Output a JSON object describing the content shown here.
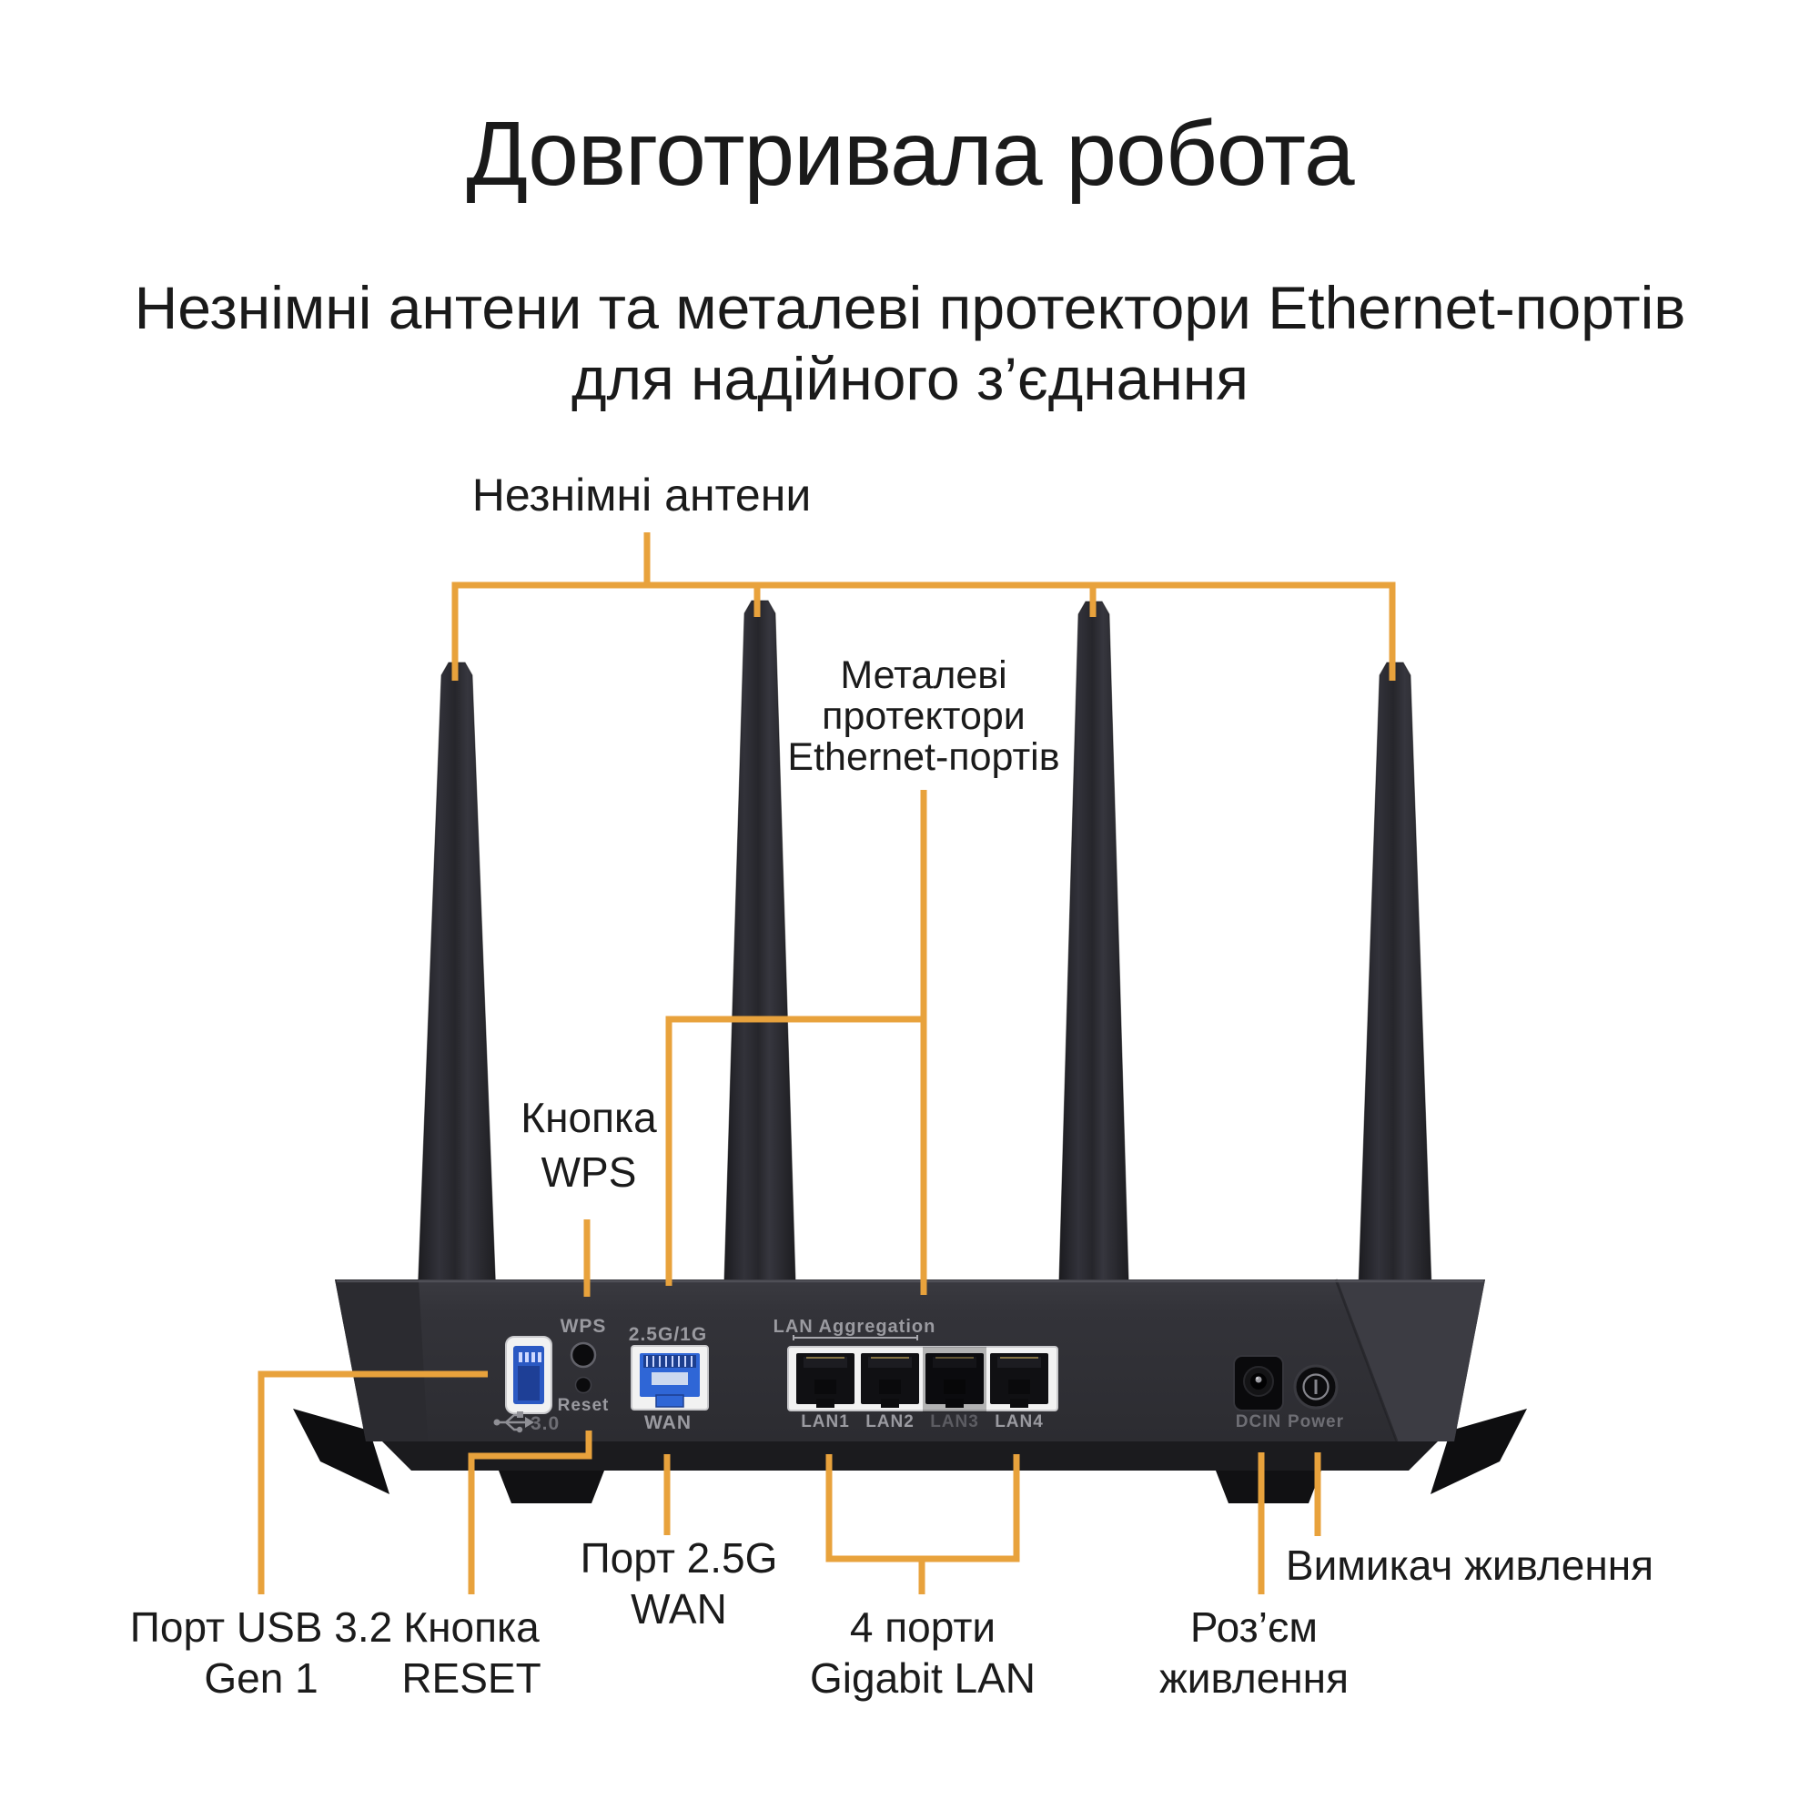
{
  "colors": {
    "accent": "#E8A23C",
    "heading_text": "#1a1a1a",
    "label_text": "#1b1b1b",
    "port_label": "#9a9aa0",
    "port_label_dim": "#6e6e74",
    "chassis": "#323238",
    "wan_port_blue": "#2f66d6",
    "usb_blue": "#2b59c3",
    "background": "#ffffff"
  },
  "header": {
    "title": "Довготривала робота",
    "subtitle_line1": "Незнімні антени та металеві протектори Ethernet-портів",
    "subtitle_line2": "для надійного з’єднання"
  },
  "callouts": {
    "antennas": {
      "label": "Незнімні антени"
    },
    "ethernet_protectors": {
      "line1": "Металеві",
      "line2": "протектори",
      "line3": "Ethernet-портів"
    },
    "wps": {
      "line1": "Кнопка",
      "line2": "WPS"
    },
    "usb": {
      "line1": "Порт USB 3.2",
      "line2": "Gen 1"
    },
    "reset": {
      "line1": "Кнопка",
      "line2": "RESET"
    },
    "wan": {
      "line1": "Порт 2.5G",
      "line2": "WAN"
    },
    "lan": {
      "line1": "4 порти",
      "line2": "Gigabit LAN"
    },
    "power_jack": {
      "line1": "Роз’єм",
      "line2": "живлення"
    },
    "power_switch": {
      "line1": "Вимикач живлення"
    }
  },
  "device": {
    "labels": {
      "wps": "WPS",
      "reset": "Reset",
      "wan_speed": "2.5G/1G",
      "wan": "WAN",
      "lan_aggregation": "LAN Aggregation",
      "lan1": "LAN1",
      "lan2": "LAN2",
      "lan3": "LAN3",
      "lan4": "LAN4",
      "dcin": "DCIN",
      "power": "Power",
      "usb_version": "3.0"
    }
  }
}
